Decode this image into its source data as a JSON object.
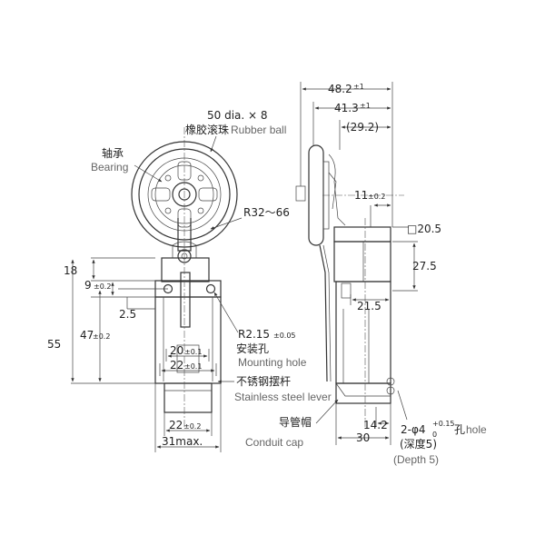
{
  "left_view": {
    "roller_label": "50 dia. × 8",
    "roller_cn": "橡胶滚珠",
    "roller_en": "Rubber ball",
    "bearing_cn": "轴承",
    "bearing_en": "Bearing",
    "radius": "R32～66",
    "dim_18": "18",
    "dim_9": "9",
    "dim_9_tol": "±0.2",
    "dim_2_5": "2.5",
    "dim_55": "55",
    "dim_47": "47",
    "dim_47_tol": "±0.2",
    "dim_20": "20",
    "dim_20_tol": "±0.1",
    "dim_22a": "22",
    "dim_22a_tol": "±0.1",
    "dim_22b": "22",
    "dim_22b_tol": "±0.2",
    "dim_31": "31max.",
    "hole_r": "R2.15",
    "hole_r_tol": "±0.05",
    "hole_cn": "安装孔",
    "hole_en": "Mounting hole",
    "lever_cn": "不锈钢摆杆",
    "lever_en": "Stainless steel lever"
  },
  "right_view": {
    "dim_48_2": "48.2",
    "dim_48_2_tol": "±1",
    "dim_41_3": "41.3",
    "dim_41_3_tol": "±1",
    "dim_29_2": "(29.2)",
    "dim_11": "11",
    "dim_11_tol": "±0.2",
    "dim_sq": "□20.5",
    "dim_27_5": "27.5",
    "dim_21_5": "21.5",
    "dim_14_2": "14.2",
    "dim_30": "30",
    "cap_cn": "导管帽",
    "cap_en": "Conduit cap",
    "hole2_prefix": "2-φ4",
    "hole2_tol_up": "+0.15",
    "hole2_tol_dn": "0",
    "hole2_cn": "孔",
    "hole2_en": "hole",
    "depth_cn": "(深度5)",
    "depth_en": "(Depth 5)"
  }
}
